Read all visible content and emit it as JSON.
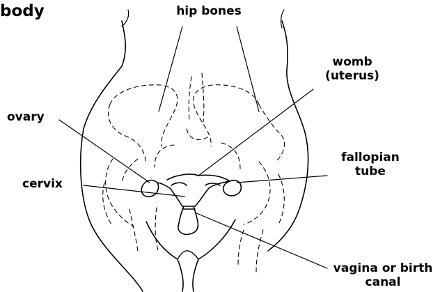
{
  "header": {
    "partial_title": "body"
  },
  "labels": {
    "hip_bones": "hip bones",
    "womb_line1": "womb",
    "womb_line2": "(uterus)",
    "ovary": "ovary",
    "fallopian_line1": "fallopian",
    "fallopian_line2": "tube",
    "cervix": "cervix",
    "vagina_line1": "vagina or birth",
    "vagina_line2": "canal"
  },
  "colors": {
    "ink": "#000000",
    "background": "#ffffff"
  }
}
